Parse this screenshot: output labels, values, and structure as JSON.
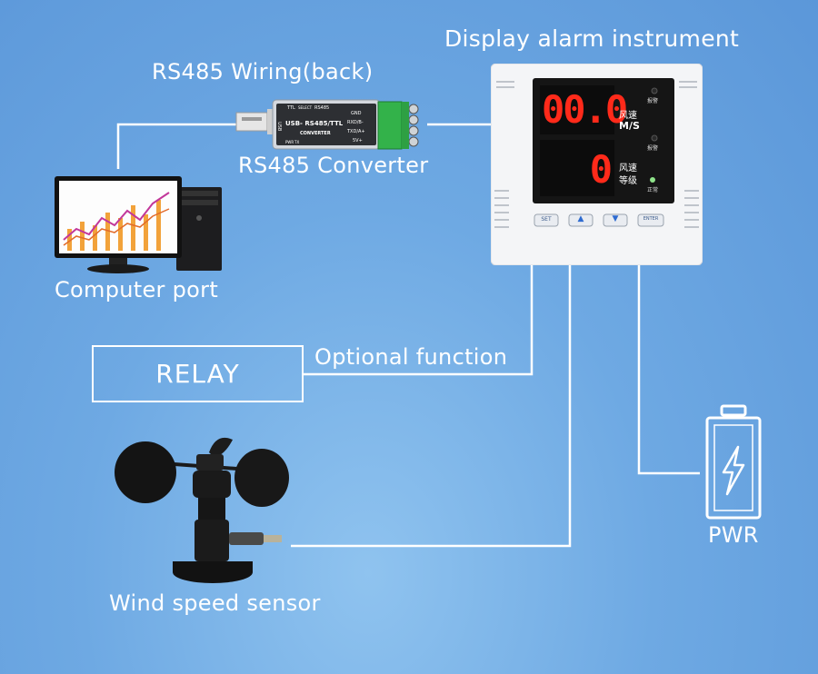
{
  "labels": {
    "display_alarm_instrument": "Display alarm instrument",
    "rs485_wiring": "RS485 Wiring(back)",
    "rs485_converter": "RS485 Converter",
    "computer_port": "Computer port",
    "optional_function": "Optional function",
    "relay": "RELAY",
    "pwr": "PWR",
    "wind_speed_sensor": "Wind speed sensor"
  },
  "converter": {
    "ttl": "TTL",
    "select": "SELECT",
    "rs485": "RS485",
    "usb": "USB",
    "title": "USB- RS485/TTL",
    "subtitle": "CONVERTER",
    "pwr": "PWR",
    "tx": "TX",
    "pins": [
      "GND",
      "RXD/B-",
      "TXD/A+",
      "5V+"
    ]
  },
  "instrument": {
    "top_value": "00.0",
    "top_unit_cn": "风速",
    "top_unit": "M/S",
    "bottom_value": "0",
    "bottom_unit_cn": "风速",
    "bottom_unit_cn2": "等级",
    "alarm1": "报警",
    "alarm2": "报警",
    "normal": "正常",
    "buttons": [
      "SET",
      "▲",
      "▼",
      "ENTER"
    ]
  },
  "colors": {
    "wire": "#ffffff",
    "segment_red": "#ff2a1a",
    "panel_black": "#151515",
    "background": "#6ea9e3"
  },
  "icons": {
    "battery": "battery-icon",
    "bolt": "lightning-bolt-icon",
    "computer": "computer-icon",
    "anemometer": "anemometer-icon"
  }
}
